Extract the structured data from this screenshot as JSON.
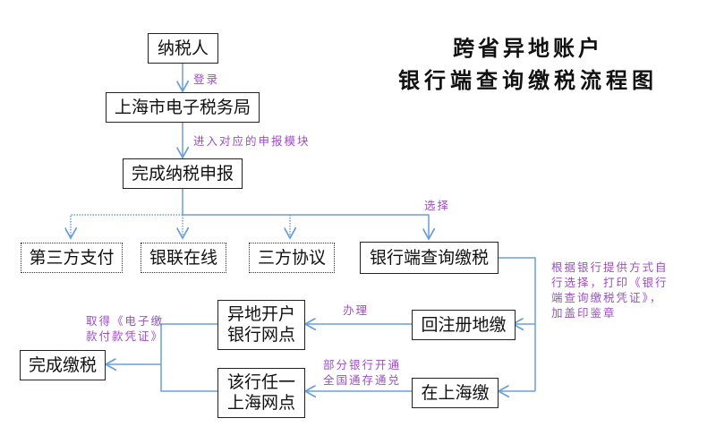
{
  "title": {
    "line1": "跨省异地账户",
    "line2": "银行端查询缴税流程图"
  },
  "nodes": {
    "taxpayer": "纳税人",
    "sh_tax_bureau": "上海市电子税务局",
    "complete_declaration": "完成纳税申报",
    "third_party_payment": "第三方支付",
    "unionpay_online": "银联在线",
    "tripartite_agreement": "三方协议",
    "bank_query_payment": "银行端查询缴税",
    "return_registered_place": "回注册地缴",
    "pay_in_shanghai": "在上海缴",
    "remote_bank_branch": {
      "line1": "异地开户",
      "line2": "银行网点"
    },
    "any_sh_branch": {
      "line1": "该行任一",
      "line2": "上海网点"
    },
    "complete_payment": "完成缴税"
  },
  "labels": {
    "login": "登录",
    "enter_module": "进入对应的申报模块",
    "select": "选择",
    "bank_note": [
      "根据银行提供方式自",
      "行选择，打印《银行",
      "端查询缴税凭证》，",
      "加盖印鉴章"
    ],
    "handle": "办理",
    "some_banks": [
      "部分银行开通",
      "全国通存通兑"
    ],
    "obtain_voucher": [
      "取得《电子缴",
      "款付款凭证》"
    ]
  },
  "colors": {
    "line": "#6a9fd8",
    "label": "#9b4fc4",
    "border": "#222222"
  }
}
